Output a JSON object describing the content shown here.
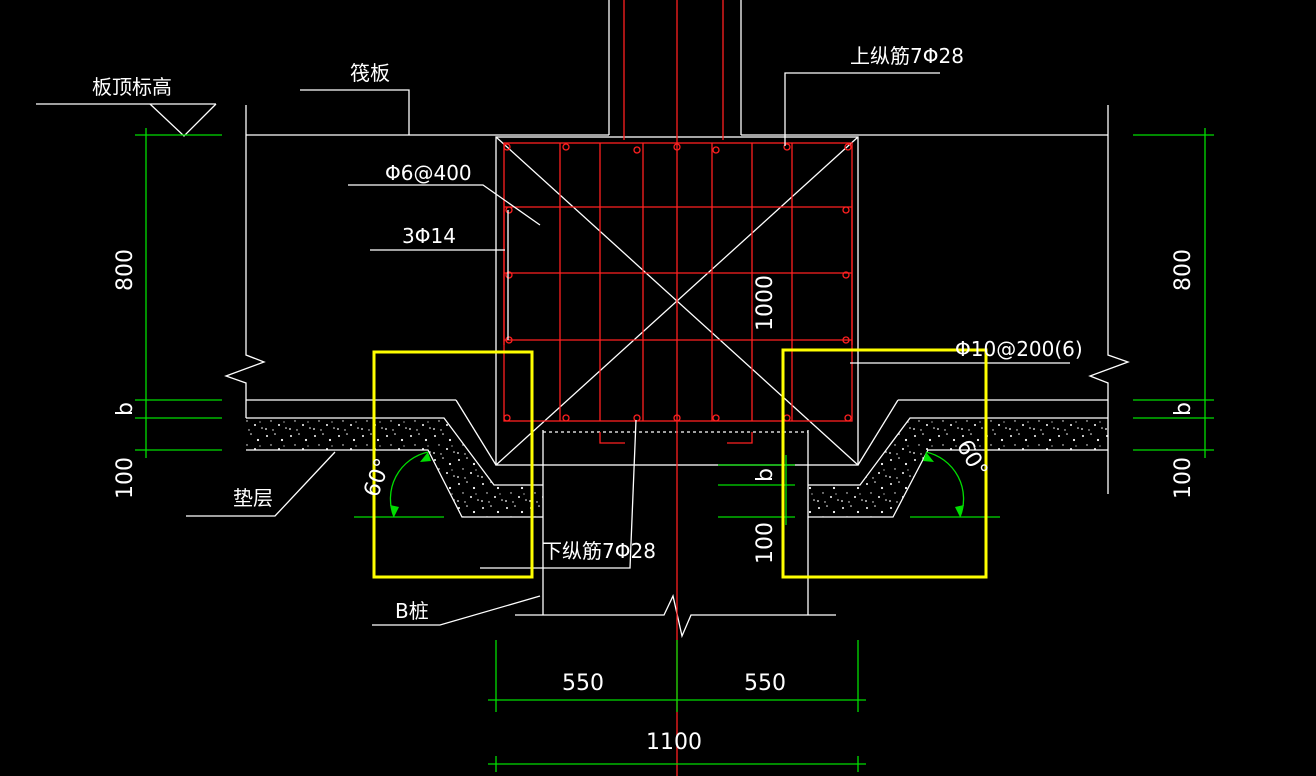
{
  "colors": {
    "background": "#000000",
    "outline": "#ffffff",
    "rebar": "#ff2020",
    "dimension": "#00dd00",
    "highlight": "#ffff00"
  },
  "labels": {
    "slab_top_elevation": "板顶标高",
    "raft": "筏板",
    "top_rebar": "上纵筋7Φ28",
    "stirrup_spacing": "Φ6@400",
    "side_bars": "3Φ14",
    "main_stirrup": "Φ10@200(6)",
    "cushion": "垫层",
    "bottom_rebar": "下纵筋7Φ28",
    "pile": "B桩"
  },
  "dimensions": {
    "left_height": "800",
    "left_b": "b",
    "left_bottom": "100",
    "right_height": "800",
    "right_b": "b",
    "right_bottom": "100",
    "beam_depth": "1000",
    "inner_b": "b",
    "inner_100": "100",
    "half_left": "550",
    "half_right": "550",
    "total_width": "1100",
    "angle_left": "60°",
    "angle_right": "60°"
  }
}
